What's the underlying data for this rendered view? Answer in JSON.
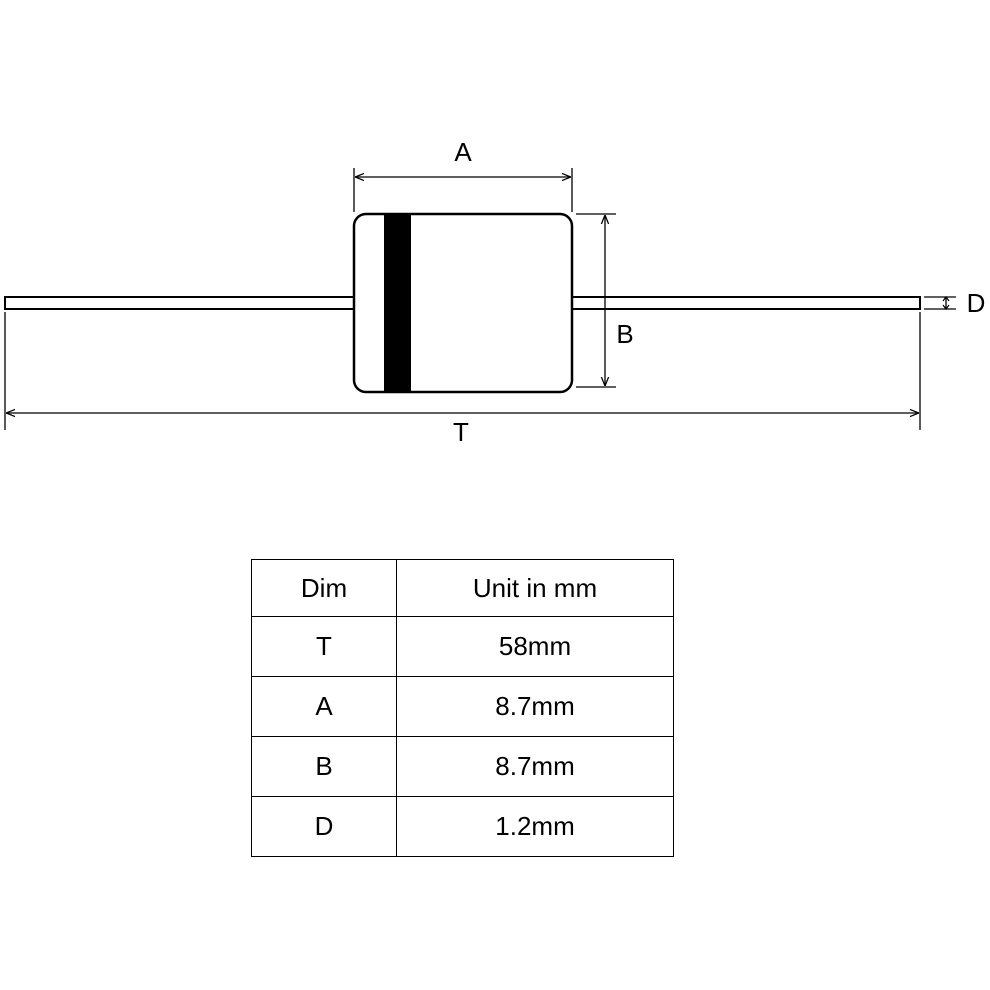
{
  "diagram": {
    "labels": {
      "A": "A",
      "B": "B",
      "D": "D",
      "T": "T"
    }
  },
  "table": {
    "headers": {
      "dim": "Dim",
      "unit": "Unit in mm"
    },
    "rows": [
      {
        "dim": "T",
        "value": "58mm"
      },
      {
        "dim": "A",
        "value": "8.7mm"
      },
      {
        "dim": "B",
        "value": "8.7mm"
      },
      {
        "dim": "D",
        "value": "1.2mm"
      }
    ]
  }
}
